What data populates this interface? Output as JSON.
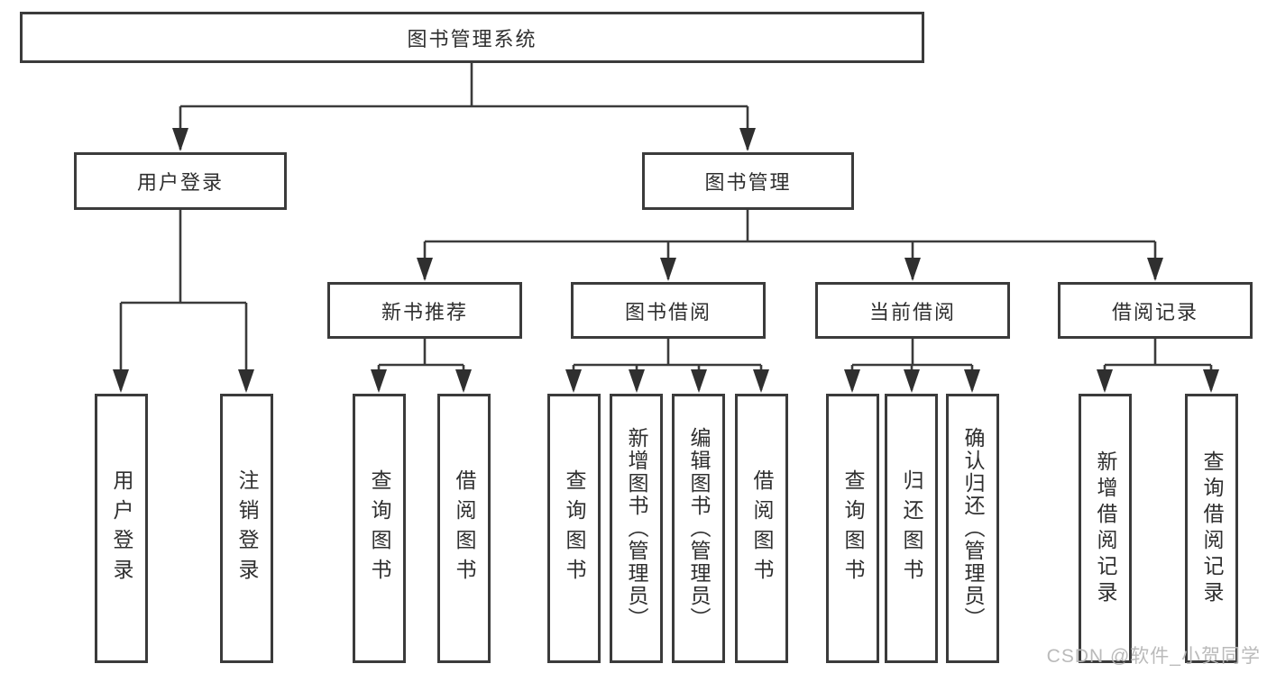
{
  "diagram": {
    "type": "hierarchy-tree",
    "title": "图书管理系统",
    "nodes": {
      "root": {
        "label": "图书管理系统"
      },
      "level2": [
        {
          "label": "用户登录"
        },
        {
          "label": "图书管理"
        }
      ],
      "level3": [
        {
          "label": "新书推荐",
          "parent": "图书管理"
        },
        {
          "label": "图书借阅",
          "parent": "图书管理"
        },
        {
          "label": "当前借阅",
          "parent": "图书管理"
        },
        {
          "label": "借阅记录",
          "parent": "图书管理"
        }
      ],
      "leaves": [
        {
          "label": "用户登录",
          "parent": "用户登录"
        },
        {
          "label": "注销登录",
          "parent": "用户登录"
        },
        {
          "label": "查询图书",
          "parent": "新书推荐"
        },
        {
          "label": "借阅图书",
          "parent": "新书推荐"
        },
        {
          "label": "查询图书",
          "parent": "图书借阅"
        },
        {
          "label": "新增图书（管理员）",
          "parent": "图书借阅"
        },
        {
          "label": "编辑图书（管理员）",
          "parent": "图书借阅"
        },
        {
          "label": "借阅图书",
          "parent": "图书借阅"
        },
        {
          "label": "查询图书",
          "parent": "当前借阅"
        },
        {
          "label": "归还图书",
          "parent": "当前借阅"
        },
        {
          "label": "确认归还（管理员）",
          "parent": "当前借阅"
        },
        {
          "label": "新增借阅记录",
          "parent": "借阅记录"
        },
        {
          "label": "查询借阅记录",
          "parent": "借阅记录"
        }
      ]
    },
    "colors": {
      "line": "#3b3b3b",
      "arrow": "#2f2f2f",
      "text": "#2f2f2f",
      "background": "#ffffff",
      "watermark_text_color": "#b6b6b6"
    }
  },
  "watermark": "CSDN @软件_小贺同学"
}
